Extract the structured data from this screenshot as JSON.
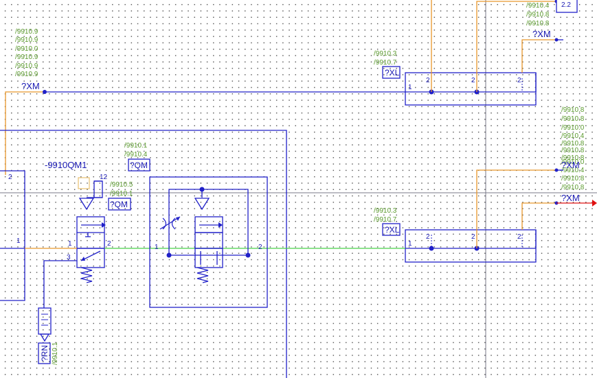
{
  "colors": {
    "wire_blue": "#2020c8",
    "wire_orange": "#e8962a",
    "wire_green": "#48d048",
    "ref_green": "#5b9a2e",
    "crosshair": "#7a7a8a",
    "arrow_red": "#e01010"
  },
  "labels": {
    "top_left_refs": [
      "/9910.9",
      "/9910.9",
      "/9910.0",
      "/9910.9",
      "/9910.9",
      "/9910.9"
    ],
    "xm_label": "?XM",
    "xm_top_right": "?XM",
    "xm_mid_right_1": "?XM",
    "xm_mid_right_2": "?XM",
    "top_right_refs": [
      "/9910.4",
      "/9910.8",
      "/9910.8"
    ],
    "terminal_top_right": "2.2",
    "xl_top_refs": [
      "/9910.3",
      "/9910.7"
    ],
    "xl_top": "?XL",
    "xl_bottom_refs": [
      "/9910.3",
      "/9910.7"
    ],
    "xl_bottom": "?XL",
    "right_refs": [
      "/9910.8",
      "/9910.8",
      "/9910.0",
      "/9910.4",
      "/9910.8",
      "/9910.8",
      "/9910.8",
      "/9910.0"
    ],
    "right_refs_lower": [
      "/9910.4",
      "/9910.8",
      "/9910.8"
    ],
    "qm_top_refs": [
      "/9910.1",
      "/9910.4"
    ],
    "qm_top": "?QM",
    "valve_name": "-9910QM1",
    "valve_refs": [
      "/9910.5",
      "/9910.1"
    ],
    "qm_valve": "?QM",
    "rn_label": "?RN",
    "rn_ref": "/9910.1",
    "pin_12": "12",
    "pin_1": "1",
    "pin_2": "2",
    "pin_3": "3"
  }
}
